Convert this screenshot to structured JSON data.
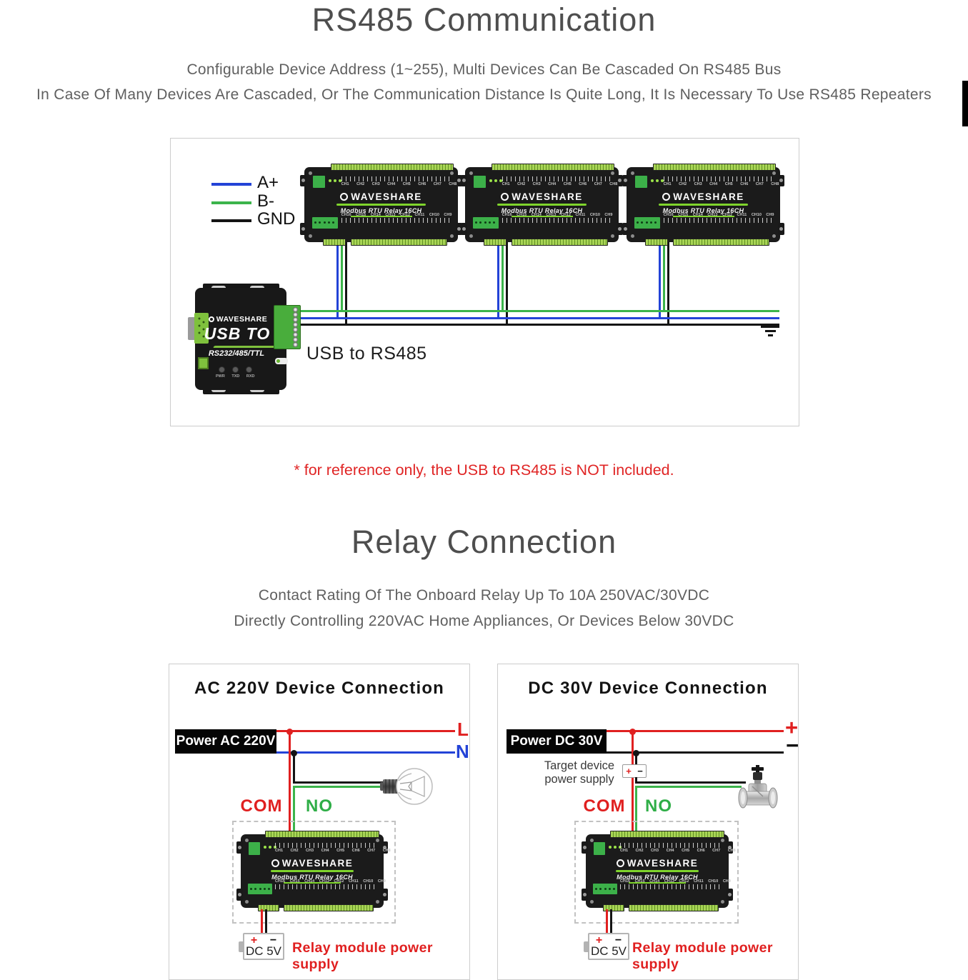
{
  "page": {
    "title": "RS485 Communication",
    "subtitle_line1": "Configurable Device Address (1~255), Multi Devices Can Be Cascaded On RS485 Bus",
    "subtitle_line2": "In Case Of Many Devices Are Cascaded, Or The Communication Distance Is Quite Long, It Is Necessary To Use RS485 Repeaters",
    "note": "* for reference only, the USB to RS485 is NOT included."
  },
  "rs485_diagram": {
    "legend": [
      {
        "label": "A+",
        "color": "#2343d7"
      },
      {
        "label": "B-",
        "color": "#3cb44b"
      },
      {
        "label": "GND",
        "color": "#141414"
      }
    ],
    "usb_adapter_label": "USB to RS485",
    "adapter": {
      "brand": "WAVESHARE",
      "line1": "USB TO",
      "line2": "RS232/485/TTL",
      "led_labels": "PWR TXD RXD"
    }
  },
  "relay_module": {
    "brand": "WAVESHARE",
    "model": "Modbus RTU Relay 16CH",
    "channels_top": "CH1 CH2 CH3 CH4 CH5 CH6 CH7 CH8",
    "channels_bottom": "CH16 CH15 CH14 CH13 CH12 CH11 CH10 CH9"
  },
  "relay_connection": {
    "title": "Relay Connection",
    "subtitle_line1": "Contact Rating Of The Onboard Relay Up To 10A 250VAC/30VDC",
    "subtitle_line2": "Directly Controlling 220VAC Home Appliances, Or Devices Below 30VDC",
    "ac_box": {
      "title": "AC 220V Device Connection",
      "power_label": "Power AC 220V",
      "live_label": "L",
      "neutral_label": "N",
      "com_label": "COM",
      "no_label": "NO",
      "battery_plus": "+",
      "battery_minus": "−",
      "battery_label": "DC 5V",
      "supply_label": "Relay module power supply"
    },
    "dc_box": {
      "title": "DC 30V Device Connection",
      "power_label": "Power DC 30V",
      "plus_label": "+",
      "minus_label": "−",
      "target_line1": "Target device",
      "target_line2": "power supply",
      "target_plus": "+",
      "target_minus": "−",
      "com_label": "COM",
      "no_label": "NO",
      "battery_plus": "+",
      "battery_minus": "−",
      "battery_label": "DC 5V",
      "supply_label": "Relay module power supply"
    }
  },
  "colors": {
    "wire_a_plus": "#2343d7",
    "wire_b_minus": "#3cb44b",
    "wire_gnd": "#141414",
    "wire_live": "#e02020",
    "accent_green": "#7fc13d"
  }
}
